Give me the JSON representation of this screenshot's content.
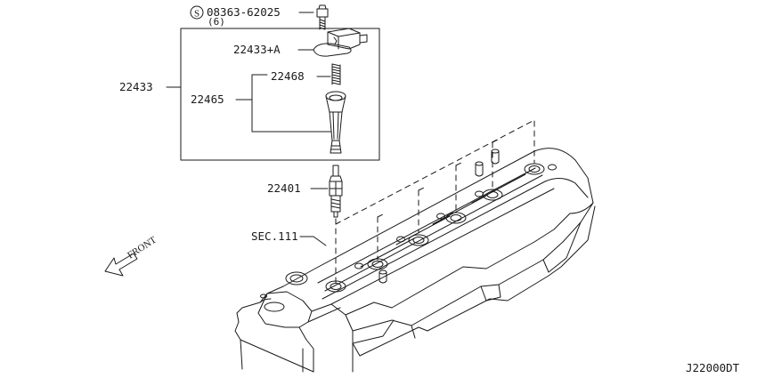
{
  "diagram": {
    "code": "J22000DT",
    "front_label": "FRONT",
    "parts": {
      "bolt": {
        "prefix_letter": "S",
        "number": "08363-62025",
        "quantity": "(6)"
      },
      "coil_assembly": {
        "number": "22433"
      },
      "coil_connector": {
        "number": "22433+A"
      },
      "spring": {
        "number": "22468"
      },
      "coil_boot": {
        "number": "22465"
      },
      "spark_plug": {
        "number": "22401"
      }
    },
    "section_ref": "SEC.111"
  }
}
